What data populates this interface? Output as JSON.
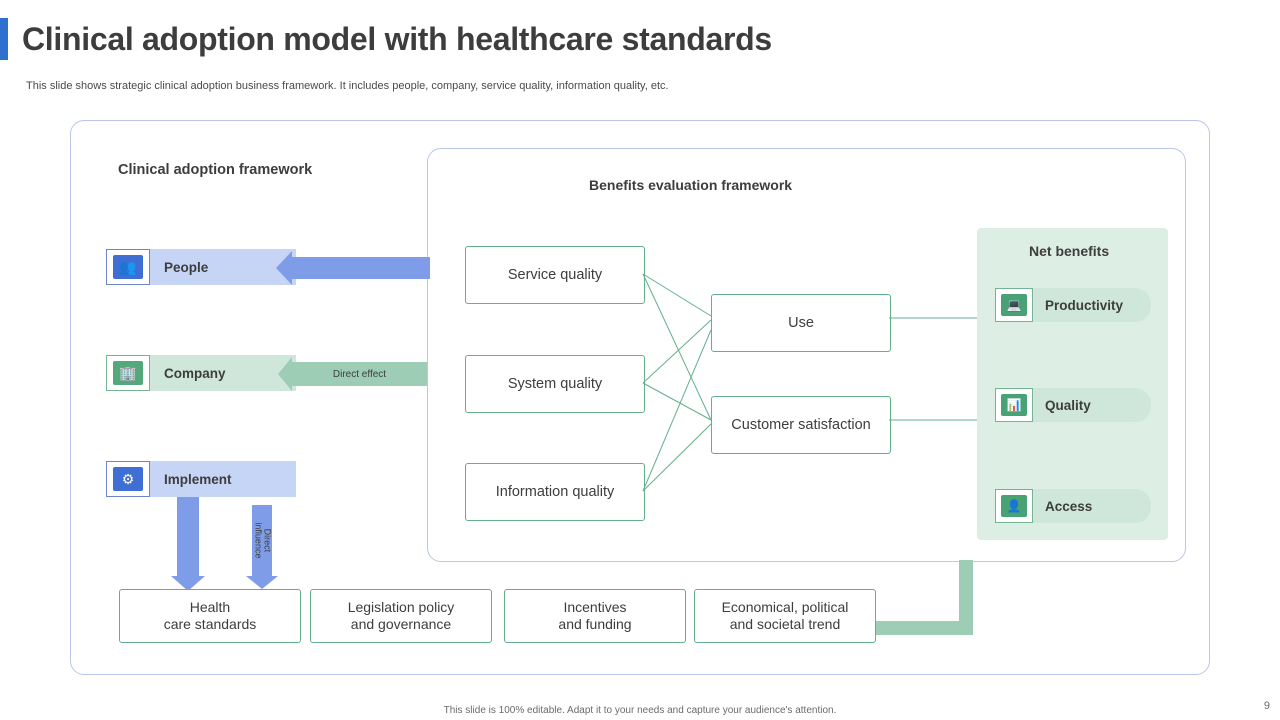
{
  "slide": {
    "title": "Clinical adoption model with healthcare standards",
    "subtitle": "This slide shows strategic clinical adoption business framework. It includes people, company, service quality, information quality, etc.",
    "footer": "This slide is 100% editable. Adapt it to your needs and capture your audience's attention.",
    "page_number": "9",
    "accent_blue": "#2f6fd0",
    "accent_green": "#49a176"
  },
  "left_panel": {
    "heading": "Clinical adoption framework",
    "items": [
      {
        "label": "People",
        "icon": "people-icon",
        "color": "#3f6fd4"
      },
      {
        "label": "Company",
        "icon": "building-icon",
        "color": "#53a87c"
      },
      {
        "label": "Implement",
        "icon": "gear-bulb-icon",
        "color": "#3f6fd4"
      }
    ]
  },
  "arrows": {
    "people_arrow_label": "",
    "company_arrow_label": "Direct effect",
    "implement_arrow_label": "Direct influence"
  },
  "benefits_panel": {
    "heading": "Benefits evaluation framework",
    "quality_boxes": [
      "Service quality",
      "System quality",
      "Information quality"
    ],
    "outcome_boxes": [
      "Use",
      "Customer satisfaction"
    ]
  },
  "net_benefits": {
    "title": "Net benefits",
    "items": [
      {
        "label": "Productivity",
        "icon": "monitor-icon"
      },
      {
        "label": "Quality",
        "icon": "report-icon"
      },
      {
        "label": "Access",
        "icon": "user-access-icon"
      }
    ]
  },
  "bottom_boxes": [
    "Health\ncare standards",
    "Legislation policy\nand governance",
    "Incentives\nand funding",
    "Economical, political\nand societal trend"
  ],
  "bottom_boxes_lines": [
    [
      "Health",
      "care standards"
    ],
    [
      "Legislation policy",
      "and governance"
    ],
    [
      "Incentives",
      "and funding"
    ],
    [
      "Economical, political",
      "and societal trend"
    ]
  ]
}
